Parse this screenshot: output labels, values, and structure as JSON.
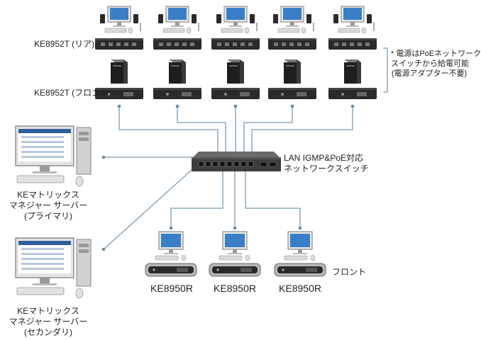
{
  "labels": {
    "rear": "KE8952T (リア)",
    "front": "KE8952T (フロント)",
    "note_lines": [
      "* 電源はPoEネットワーク",
      "スイッチから給電可能",
      "(電源アダプター不要)"
    ],
    "switch_lines": [
      "LAN IGMP&PoE対応",
      "ネットワークスイッチ"
    ],
    "primary_lines": [
      "KEマトリックス",
      "マネジャー サーバー",
      "(プライマリ)"
    ],
    "secondary_lines": [
      "KEマトリックス",
      "マネジャー サーバー",
      "(セカンダリ)"
    ],
    "receiver_front": "フロント",
    "receivers": [
      "KE8950R",
      "KE8950R",
      "KE8950R"
    ]
  },
  "colors": {
    "link": "#7a9ab0",
    "device_dark": "#2a2a2a",
    "screen": "#3a7ec8"
  }
}
